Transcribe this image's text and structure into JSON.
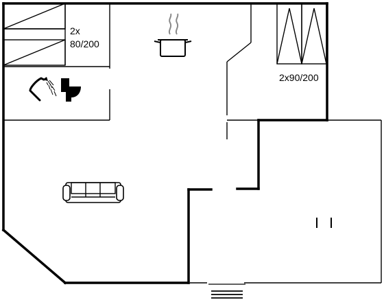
{
  "rooms": {
    "bunk_beds_label_1": "2x",
    "bunk_beds_label_2": "80/200",
    "twin_beds_label": "2x90/200"
  },
  "icons": {
    "kitchen": "cooking-pot-icon",
    "shower": "shower-icon",
    "toilet": "toilet-icon",
    "sofa": "sofa-icon",
    "stairs": "stairs-icon"
  }
}
